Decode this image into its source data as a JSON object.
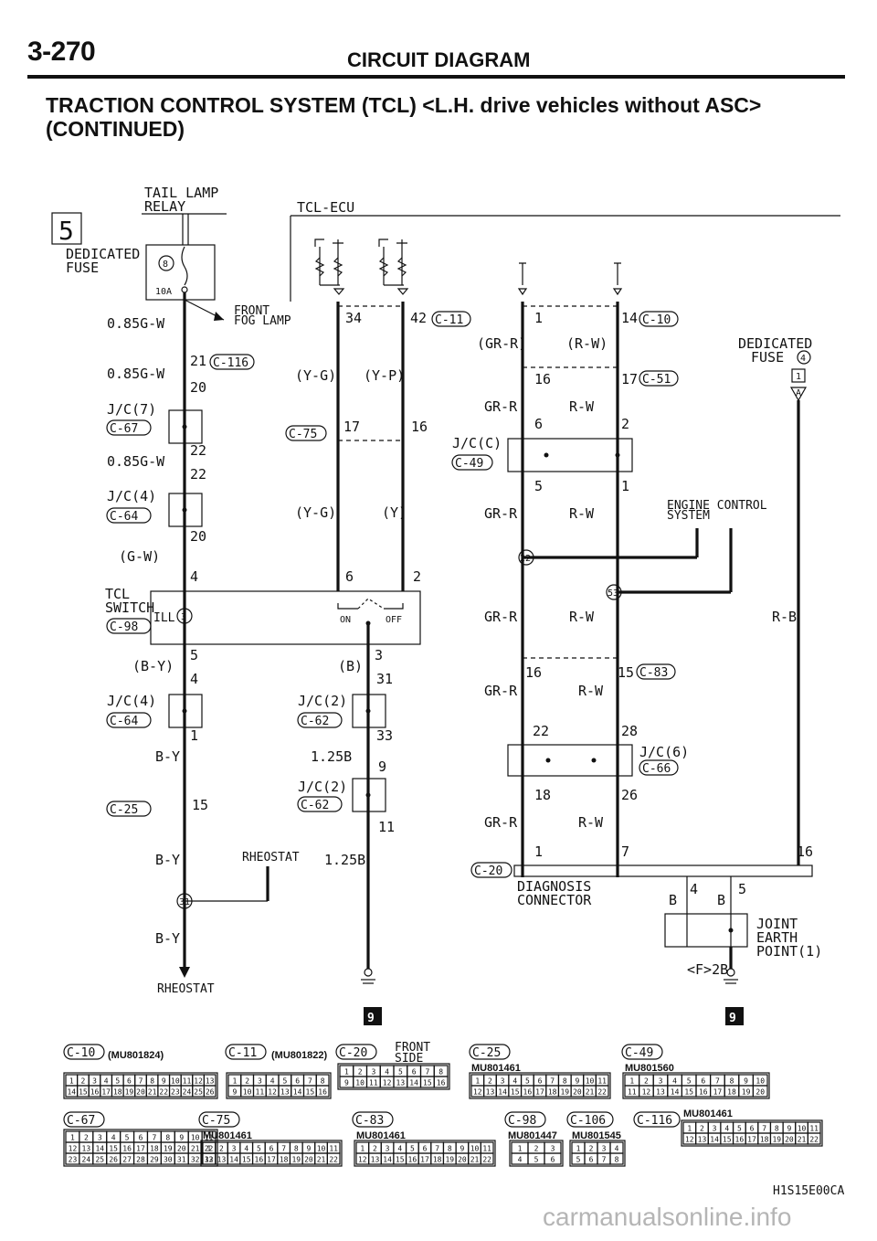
{
  "page": {
    "number": "3-270",
    "section": "CIRCUIT DIAGRAM",
    "title_line1": "TRACTION CONTROL SYSTEM (TCL) <L.H. drive vehicles without ASC>",
    "title_line2": "(CONTINUED)",
    "watermark": "carmanualsonline.info",
    "code": "H1S15E00CA"
  },
  "left": {
    "box_num": "5",
    "tail_lamp": "TAIL LAMP",
    "relay": "RELAY",
    "dedicated": "DEDICATED",
    "fuse": "FUSE",
    "fuse_no": "8",
    "fuse_amp": "10A",
    "front_fog1": "FRONT",
    "front_fog2": "FOG LAMP",
    "w1": "0.85G-W",
    "w2": "0.85G-W",
    "p21": "21",
    "c116": "C-116",
    "p20a": "20",
    "jc7": "J/C(7)",
    "c67": "C-67",
    "p22a": "22",
    "w3": "0.85G-W",
    "p22b": "22",
    "jc4a": "J/C(4)",
    "c64a": "C-64",
    "p20b": "20",
    "gw": "(G-W)",
    "p4": "4",
    "tcl": "TCL",
    "switch": "SWITCH",
    "c98": "C-98",
    "ill": "ILL",
    "ill_no": "3",
    "p5": "5",
    "by1": "(B-Y)",
    "p4b": "4",
    "jc4b": "J/C(4)",
    "c64b": "C-64",
    "p1": "1",
    "by2": "B-Y",
    "c25": "C-25",
    "p15": "15",
    "by3": "B-Y",
    "j31": "31",
    "by4": "B-Y",
    "rheostat": "RHEOSTAT",
    "rheostat2": "RHEOSTAT"
  },
  "middle": {
    "ecu": "TCL-ECU",
    "p34": "34",
    "p42": "42",
    "c11": "C-11",
    "yg1": "(Y-G)",
    "yp": "(Y-P)",
    "c75": "C-75",
    "p17": "17",
    "p16": "16",
    "yg2": "(Y-G)",
    "y": "(Y)",
    "p6": "6",
    "p2": "2",
    "on": "ON",
    "off": "OFF",
    "p3": "3",
    "b": "(B)",
    "p31": "31",
    "jc2a": "J/C(2)",
    "c62a": "C-62",
    "p33": "33",
    "w125a": "1.25B",
    "p9": "9",
    "jc2b": "J/C(2)",
    "c62b": "C-62",
    "p11": "11",
    "w125b": "1.25B"
  },
  "right": {
    "p1": "1",
    "p14": "14",
    "c10": "C-10",
    "grr1": "(GR-R)",
    "rw1": "(R-W)",
    "p16": "16",
    "p17": "17",
    "c51": "C-51",
    "grr2": "GR-R",
    "rw2": "R-W",
    "p6": "6",
    "p2": "2",
    "jcc": "J/C(C)",
    "c49": "C-49",
    "p5": "5",
    "p1b": "1",
    "grr3": "GR-R",
    "rw3": "R-W",
    "j22": "22",
    "j53": "53",
    "grr4": "GR-R",
    "rw4": "R-W",
    "rb": "R-B",
    "p16b": "16",
    "p15": "15",
    "c83": "C-83",
    "grr5": "GR-R",
    "rw5": "R-W",
    "p22": "22",
    "p28": "28",
    "jc6": "J/C(6)",
    "c66": "C-66",
    "p18": "18",
    "p26": "26",
    "grr6": "GR-R",
    "rw6": "R-W",
    "p1c": "1",
    "p7": "7",
    "p16c": "16",
    "c20": "C-20",
    "diag1": "DIAGNOSIS",
    "diag2": "CONNECTOR",
    "p4": "4",
    "b1": "B",
    "p5b": "5",
    "b2": "B",
    "joint1": "JOINT",
    "joint2": "EARTH",
    "joint3": "POINT(1)",
    "f2b": "<F>2B",
    "dedicated": "DEDICATED",
    "fuse": "FUSE",
    "fuse_no": "4",
    "box1": "1",
    "arrow_a": "A",
    "engine1": "ENGINE CONTROL",
    "engine2": "SYSTEM",
    "nine": "9"
  },
  "connectors": [
    {
      "id": "C-10",
      "part": "(MU801824)"
    },
    {
      "id": "C-11",
      "part": "(MU801822)"
    },
    {
      "id": "C-20",
      "side1": "FRONT",
      "side2": "SIDE"
    },
    {
      "id": "C-25",
      "part": "MU801461"
    },
    {
      "id": "C-49",
      "part": "MU801560"
    },
    {
      "id": "C-67"
    },
    {
      "id": "C-75",
      "part": "MU801461"
    },
    {
      "id": "C-83",
      "part": "MU801461"
    },
    {
      "id": "C-98",
      "part": "MU801447"
    },
    {
      "id": "C-106",
      "part": "MU801545"
    },
    {
      "id": "C-116",
      "part": "MU801461"
    }
  ]
}
